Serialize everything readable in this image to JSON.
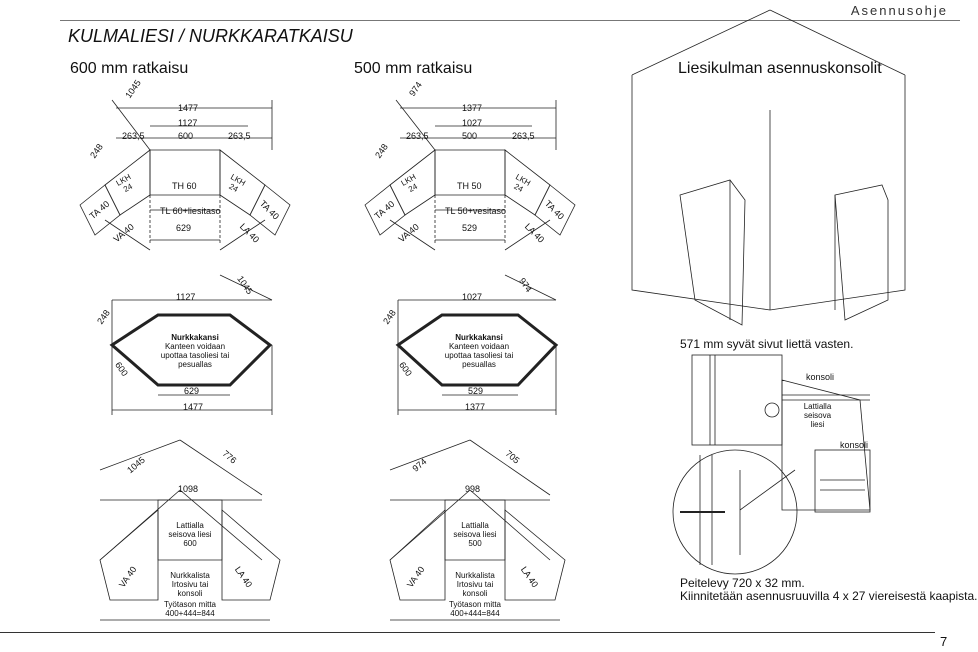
{
  "header": {
    "brand": "Asennusohje"
  },
  "doc": {
    "title": "KULMALIESI / NURKKARATKAISU",
    "page": "7"
  },
  "sections": {
    "s600": "600 mm ratkaisu",
    "s500": "500 mm ratkaisu",
    "bracket": "Liesikulman asennuskonsolit"
  },
  "plan600": {
    "diag": "1045",
    "total": "1477",
    "inner": "1127",
    "side": "263,5",
    "mid": "600",
    "depth": "248",
    "lkh_left": "LKH\n24",
    "lkh_right": "LKH\n24",
    "th": "TH 60",
    "tl": "TL 60+liesitaso",
    "w629": "629",
    "ta_left": "TA 40",
    "ta_right": "TA 40",
    "va": "VA 40",
    "la": "LA 40"
  },
  "plan500": {
    "diag": "974",
    "total": "1377",
    "inner": "1027",
    "side": "263,5",
    "mid": "500",
    "depth": "248",
    "lkh_left": "LKH\n24",
    "lkh_right": "LKH\n24",
    "th": "TH 50",
    "tl": "TL 50+vesitaso",
    "w529": "529",
    "ta_left": "TA 40",
    "ta_right": "TA 40",
    "va": "VA 40",
    "la": "LA 40"
  },
  "top600": {
    "inner": "1127",
    "diag": "1045",
    "depth": "248",
    "side": "600",
    "w629": "629",
    "total": "1477",
    "label_title": "Nurkkakansi",
    "label_text": "Kanteen voidaan\nupottaa tasoliesi tai\npesuallas"
  },
  "top500": {
    "inner": "1027",
    "diag": "974",
    "depth": "248",
    "side": "600",
    "w529": "529",
    "total": "1377",
    "label_title": "Nurkkakansi",
    "label_text": "Kanteen voidaan\nupottaa tasoliesi tai\npesuallas"
  },
  "floor600": {
    "diag": "1045",
    "d2": "776",
    "w": "1098",
    "stove": "Lattialla\nseisova liesi\n600",
    "va": "VA 40",
    "la": "LA 40",
    "corner": "Nurkkalista\nIrtosivu tai\nkonsoli",
    "work": "Työtason mitta\n400+444=844"
  },
  "floor500": {
    "diag": "974",
    "d2": "705",
    "w": "998",
    "stove": "Lattialla\nseisova liesi\n500",
    "va": "VA 40",
    "la": "LA 40",
    "corner": "Nurkkalista\nIrtosivu tai\nkonsoli",
    "work": "Työtason mitta\n400+444=844"
  },
  "right": {
    "note571": "571 mm syvät sivut liettä vasten.",
    "konsoli1": "konsoli",
    "lattialla": "Lattialla\nseisova\nliesi",
    "konsoli2": "konsoli",
    "peitelevy": "Peitelevy 720 x 32 mm.",
    "kiinnitetaan": "Kiinnitetään asennusruuvilla 4 x 27 viereisestä kaapista."
  }
}
